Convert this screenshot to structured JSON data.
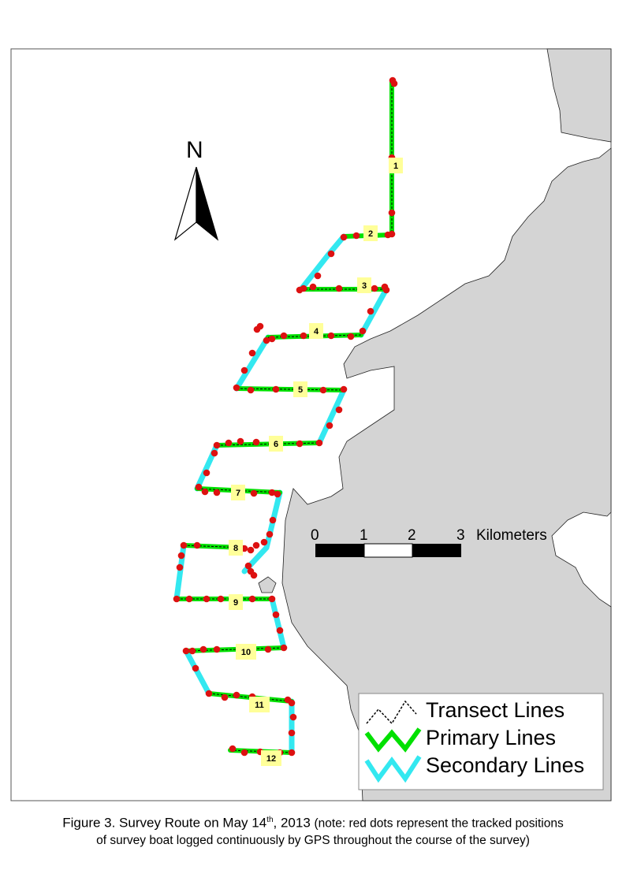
{
  "map": {
    "north_label": "N",
    "scale": {
      "ticks": [
        "0",
        "1",
        "2",
        "3"
      ],
      "unit": "Kilometers"
    },
    "legend": [
      {
        "label": "Transect Lines",
        "color": "#000000"
      },
      {
        "label": "Primary Lines",
        "color": "#00e000"
      },
      {
        "label": "Secondary Lines",
        "color": "#33e8f0"
      }
    ],
    "transect_numbers": [
      "1",
      "2",
      "3",
      "4",
      "5",
      "6",
      "7",
      "8",
      "9",
      "10",
      "11",
      "12"
    ],
    "colors": {
      "land": "#d4d4d4",
      "water": "#ffffff",
      "gps_dot": "#dd1111",
      "label_box": "#ffff99"
    }
  },
  "caption": {
    "figure": "Figure 3.  Survey Route on May 14",
    "superscript": "th",
    "date_tail": ", 2013 ",
    "note_line1": "(note: red dots represent the tracked positions",
    "note_line2": "of survey boat logged continuously by GPS throughout the course of the survey)"
  }
}
